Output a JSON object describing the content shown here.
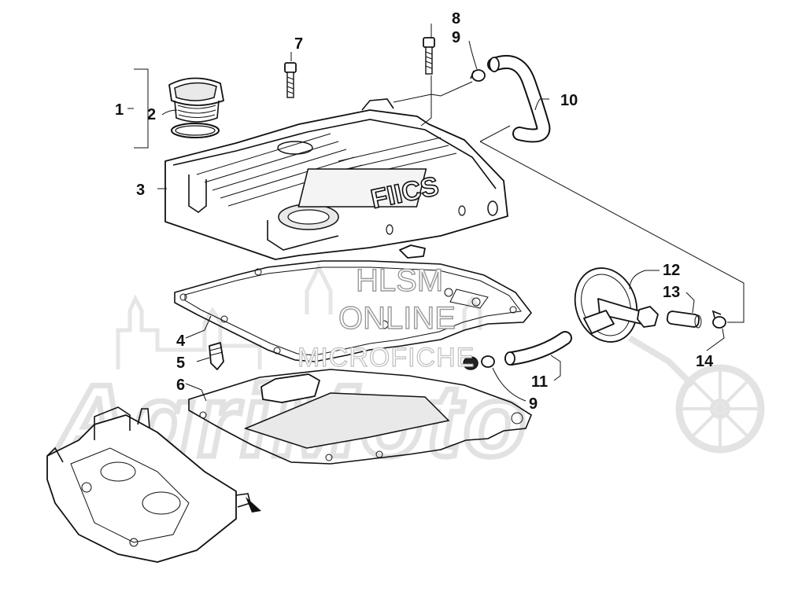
{
  "watermark": {
    "line1": "HLSM",
    "line2": "ONLINE",
    "line3": "MICROFICHE",
    "brand": "AgriMoto"
  },
  "callouts": {
    "c1": "1",
    "c2": "2",
    "c3": "3",
    "c4": "4",
    "c5": "5",
    "c6": "6",
    "c7": "7",
    "c8": "8",
    "c9a": "9",
    "c9b": "9",
    "c10": "10",
    "c11": "11",
    "c12": "12",
    "c13": "13",
    "c14": "14"
  },
  "cover_logo": "FIICS",
  "colors": {
    "line": "#111111",
    "watermark": "#cccccc",
    "background": "#ffffff"
  }
}
